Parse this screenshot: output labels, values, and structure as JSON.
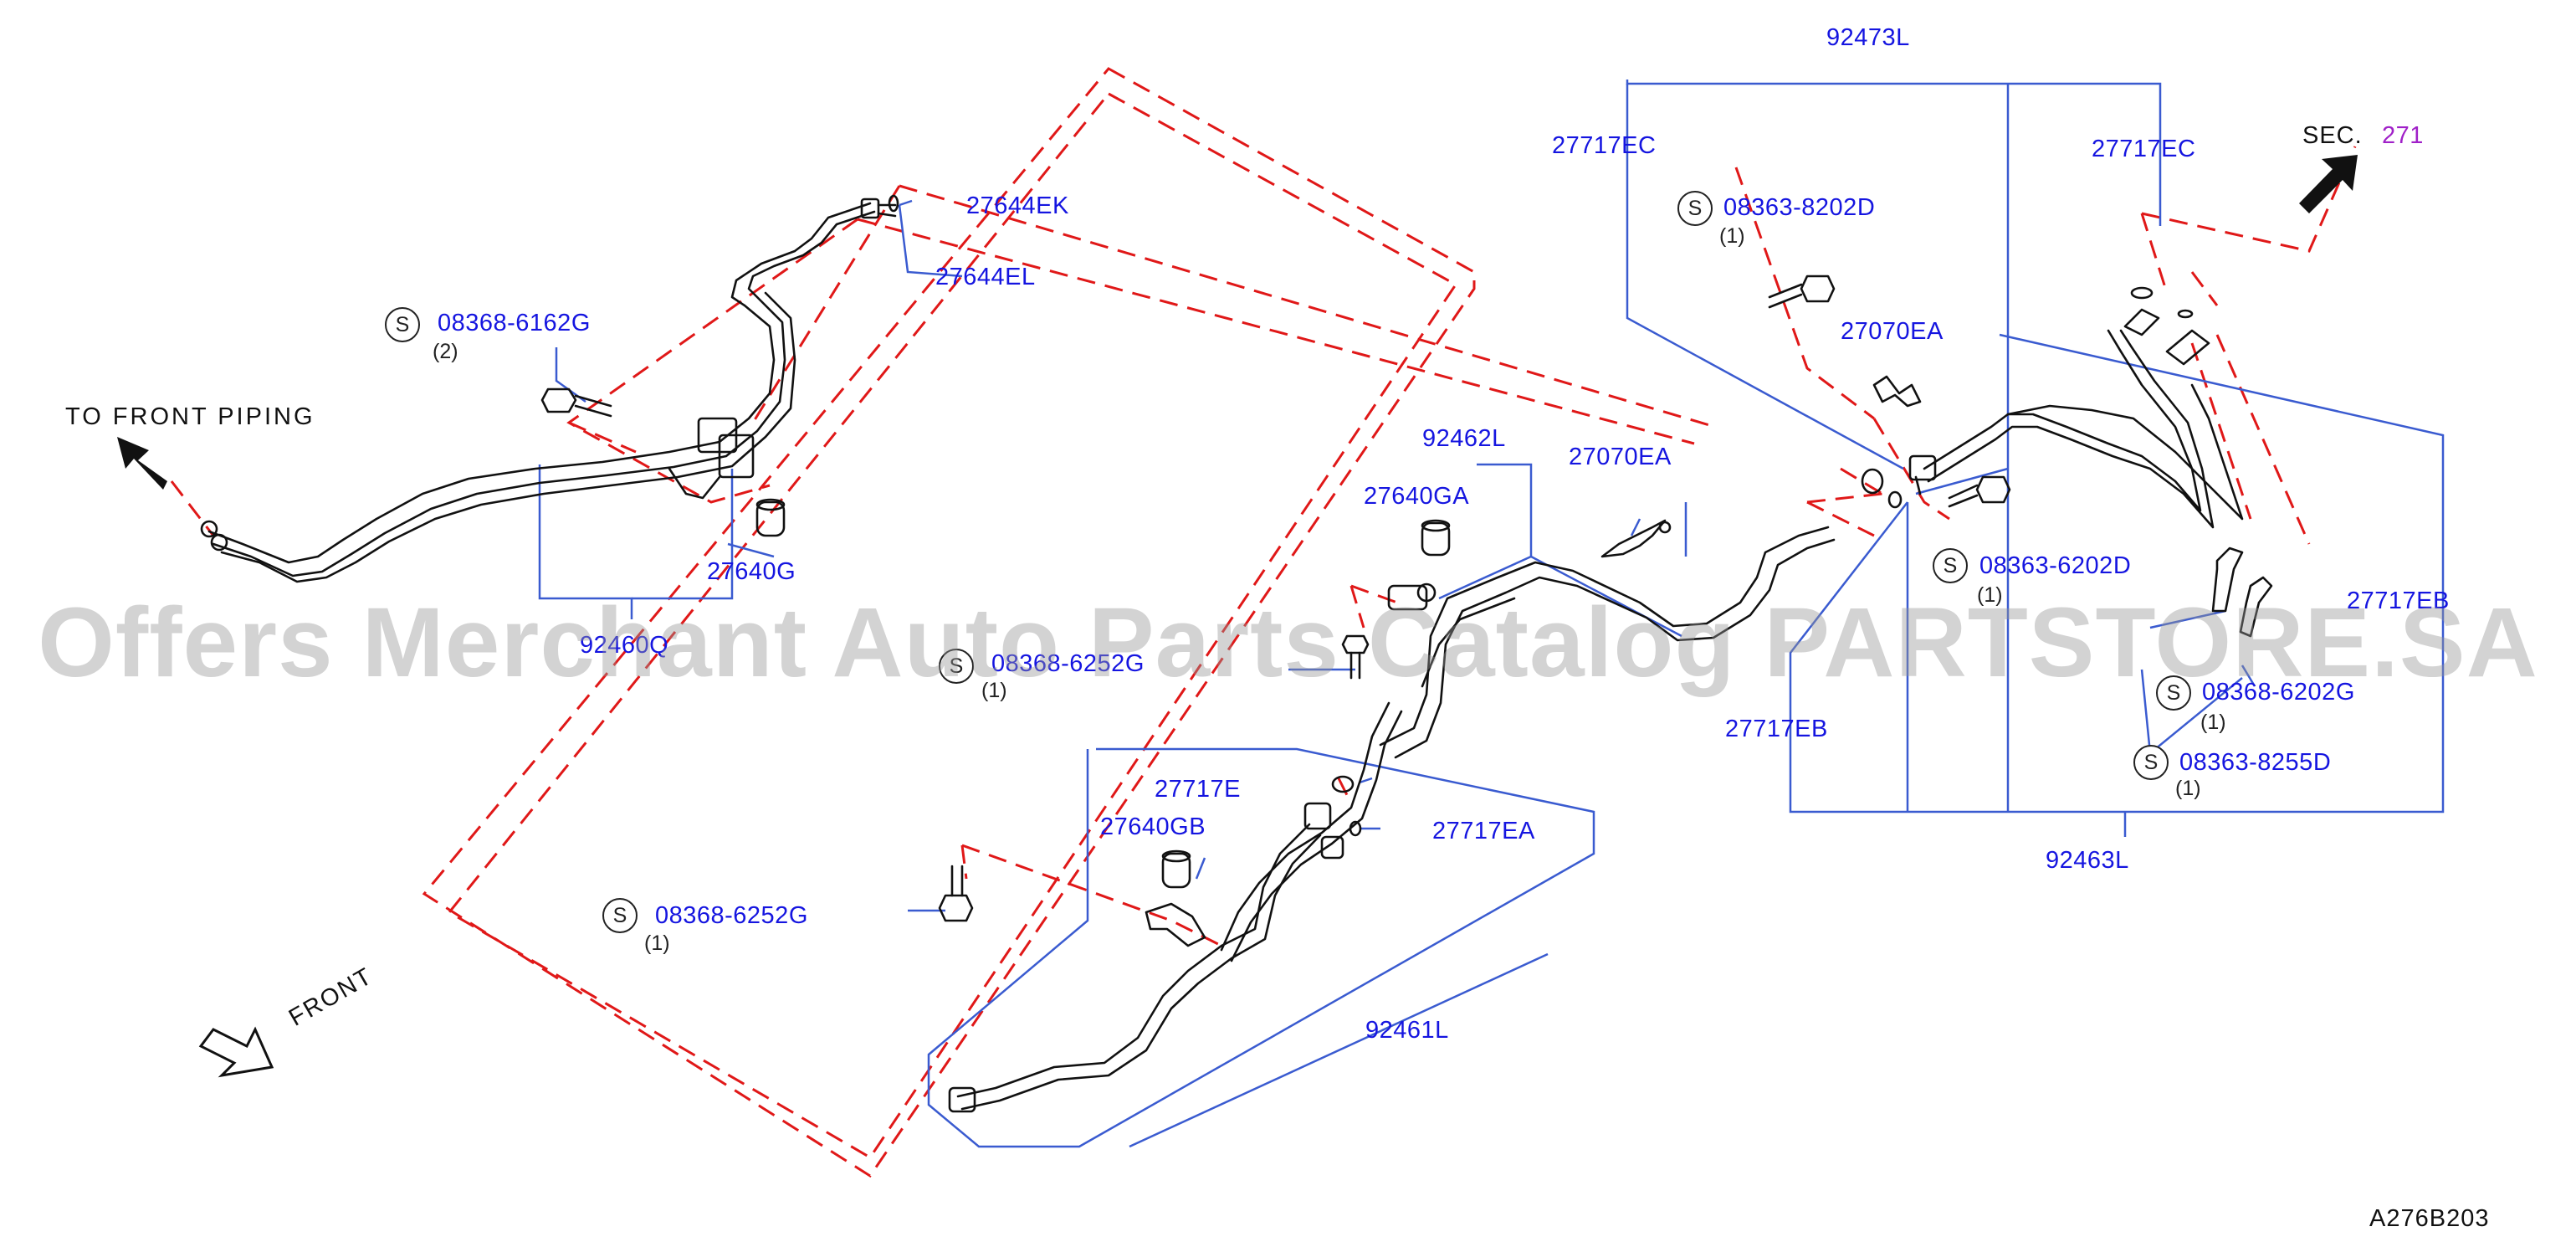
{
  "labels": {
    "p92473L": "92473L",
    "p27717EC_left": "27717EC",
    "p27717EC_right": "27717EC",
    "sec_text": "SEC.",
    "sec_num": "271",
    "p08363_8202D": "08363-8202D",
    "q_8202D": "(1)",
    "p27070EA_top": "27070EA",
    "p27644EK": "27644EK",
    "p27644EL": "27644EL",
    "p08368_6162G": "08368-6162G",
    "q_6162G": "(2)",
    "to_front_piping": "TO FRONT PIPING",
    "p27640G": "27640G",
    "p92460Q": "92460Q",
    "p92462L": "92462L",
    "p27070EA_mid": "27070EA",
    "p27640GA": "27640GA",
    "p08368_6252_mid": "08368-6252G",
    "q_6252_mid": "(1)",
    "p08363_6202D": "08363-6202D",
    "q_6202D": "(1)",
    "p27717EB_right": "27717EB",
    "p27717EB_mid": "27717EB",
    "p08368_6202G": "08368-6202G",
    "q_6202G": "(1)",
    "p08363_8255D": "08363-8255D",
    "q_8255D": "(1)",
    "p92463L": "92463L",
    "p27717E": "27717E",
    "p27717EA": "27717EA",
    "p27640GB": "27640GB",
    "p08368_6252G": "08368-6252G",
    "q_6252G": "(1)",
    "p92461L": "92461L",
    "front": "FRONT",
    "s_symbol": "S",
    "diagram_code": "A276B203"
  },
  "watermark": "Offers Merchant Auto Parts Catalog PARTSTORE.SA",
  "colors": {
    "label_blue": "#1515e0",
    "leader_blue": "#3a5bd0",
    "dashed_red": "#e01818",
    "outline": "#111111",
    "sec_purple": "#a020c8"
  }
}
